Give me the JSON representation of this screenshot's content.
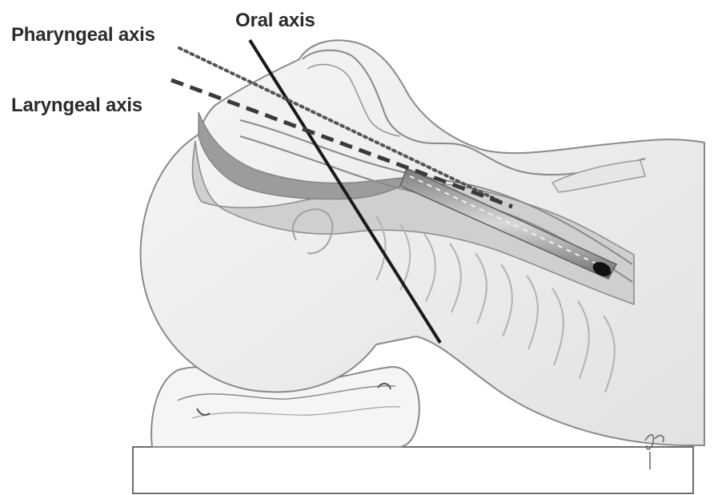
{
  "labels": {
    "oral_axis": "Oral axis",
    "pharyngeal_axis": "Pharyngeal axis",
    "laryngeal_axis": "Laryngeal axis"
  },
  "illustration": {
    "subject": "sagittal head-and-neck anatomy with endotracheal tube, head resting on a pillow on a table",
    "oral_axis_style": "solid",
    "pharyngeal_axis_style": "dotted",
    "laryngeal_axis_style": "dashed",
    "colors": {
      "skin": "#efefef",
      "outline": "#8a8a8a",
      "tissue_dark": "#9c9c9c",
      "tissue_mid": "#c4c4c4",
      "axis_line": "#1a1a1a"
    }
  }
}
